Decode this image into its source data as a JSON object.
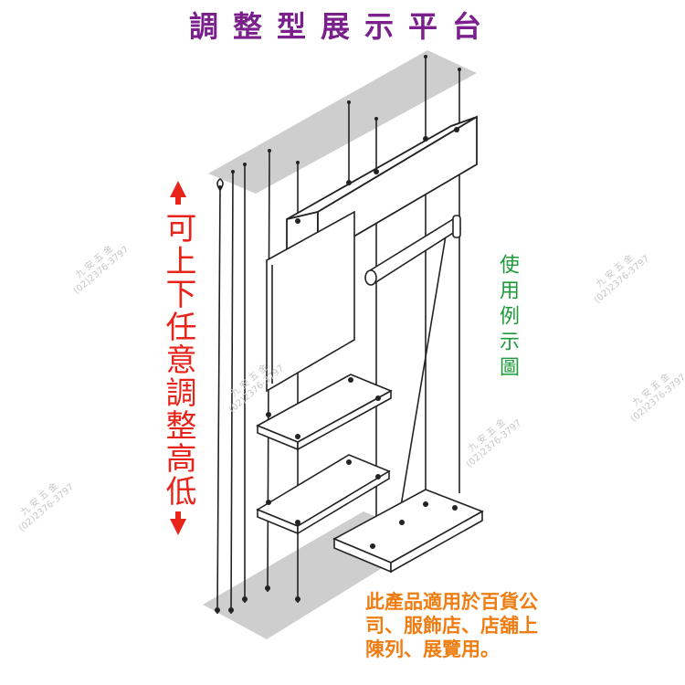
{
  "title": "調整型展示平台",
  "left_caption": "可上下任意調整高低",
  "right_caption": "使用例示圖",
  "note": "此產品適用於百貨公司、服飾店、店舖上陳列、展覽用。",
  "colors": {
    "title": "#7a1f8c",
    "left_caption": "#e8241a",
    "right_caption": "#1e9b3a",
    "note": "#ef7d12",
    "line": "#222222",
    "ceiling": "#bdbdbd"
  },
  "watermark": {
    "line1": "九 安 五 金",
    "line2": "(02)2376-3797"
  },
  "icons": [
    "up-arrow-icon",
    "down-arrow-icon"
  ]
}
